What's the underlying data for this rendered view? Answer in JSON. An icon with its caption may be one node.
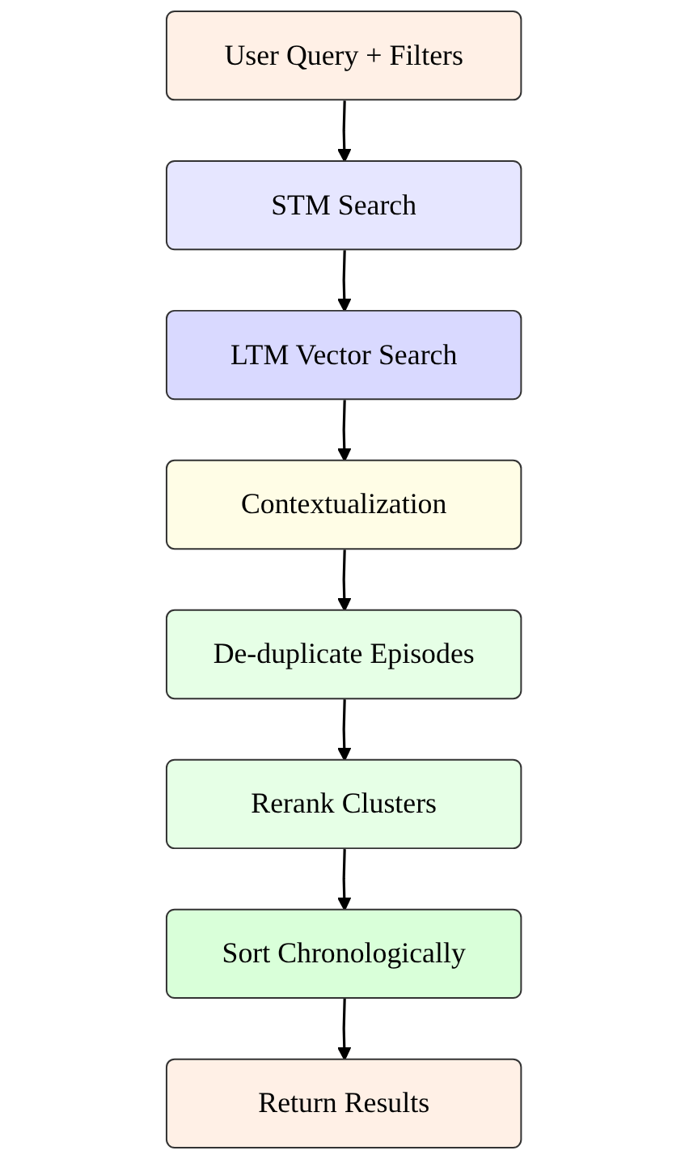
{
  "diagram": {
    "nodes": [
      {
        "text": [
          "User Query + Filters"
        ]
      },
      {
        "text": [
          "STM Search"
        ]
      },
      {
        "text": [
          "LTM Vector Search"
        ]
      },
      {
        "text": [
          "Contextualization"
        ]
      },
      {
        "text": [
          "De-duplicate Episodes"
        ]
      },
      {
        "text": [
          "Rerank Clusters"
        ]
      },
      {
        "text": [
          "Sort Chronologically"
        ]
      },
      {
        "text": [
          "Return Results"
        ]
      }
    ],
    "edges": [
      {
        "from": 0,
        "to": 1,
        "arrow": "to"
      },
      {
        "from": 1,
        "to": 2,
        "arrow": "to"
      },
      {
        "from": 2,
        "to": 3,
        "arrow": "to"
      },
      {
        "from": 3,
        "to": 4,
        "arrow": "to"
      },
      {
        "from": 4,
        "to": 5,
        "arrow": "to"
      },
      {
        "from": 5,
        "to": 6,
        "arrow": "to"
      },
      {
        "from": 6,
        "to": 7,
        "arrow": "to"
      }
    ]
  }
}
